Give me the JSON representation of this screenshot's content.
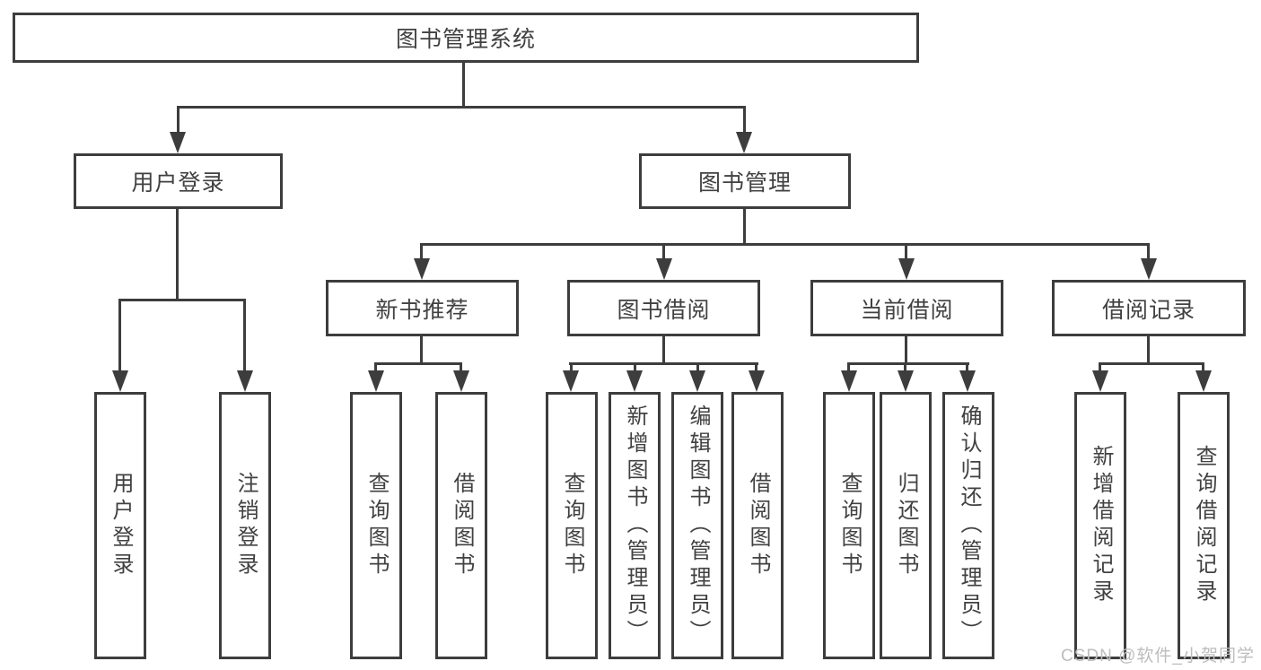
{
  "diagram": {
    "root": {
      "label": "图书管理系统"
    },
    "branches": [
      {
        "label": "用户登录",
        "children": [
          {
            "label": "用户登录"
          },
          {
            "label": "注销登录"
          }
        ]
      },
      {
        "label": "图书管理",
        "children": [
          {
            "label": "新书推荐",
            "children": [
              {
                "label": "查询图书"
              },
              {
                "label": "借阅图书"
              }
            ]
          },
          {
            "label": "图书借阅",
            "children": [
              {
                "label": "查询图书"
              },
              {
                "label": "新增图书（管理员）"
              },
              {
                "label": "编辑图书（管理员）"
              },
              {
                "label": "借阅图书"
              }
            ]
          },
          {
            "label": "当前借阅",
            "children": [
              {
                "label": "查询图书"
              },
              {
                "label": "归还图书"
              },
              {
                "label": "确认归还（管理员）"
              }
            ]
          },
          {
            "label": "借阅记录",
            "children": [
              {
                "label": "新增借阅记录"
              },
              {
                "label": "查询借阅记录"
              }
            ]
          }
        ]
      }
    ],
    "watermark": {
      "text": "CSDN @软件_小贺同学"
    },
    "colors": {
      "line": "#3d3d3d",
      "text": "#414141",
      "watermark": "#bdbdbd",
      "background": "#ffffff"
    }
  }
}
